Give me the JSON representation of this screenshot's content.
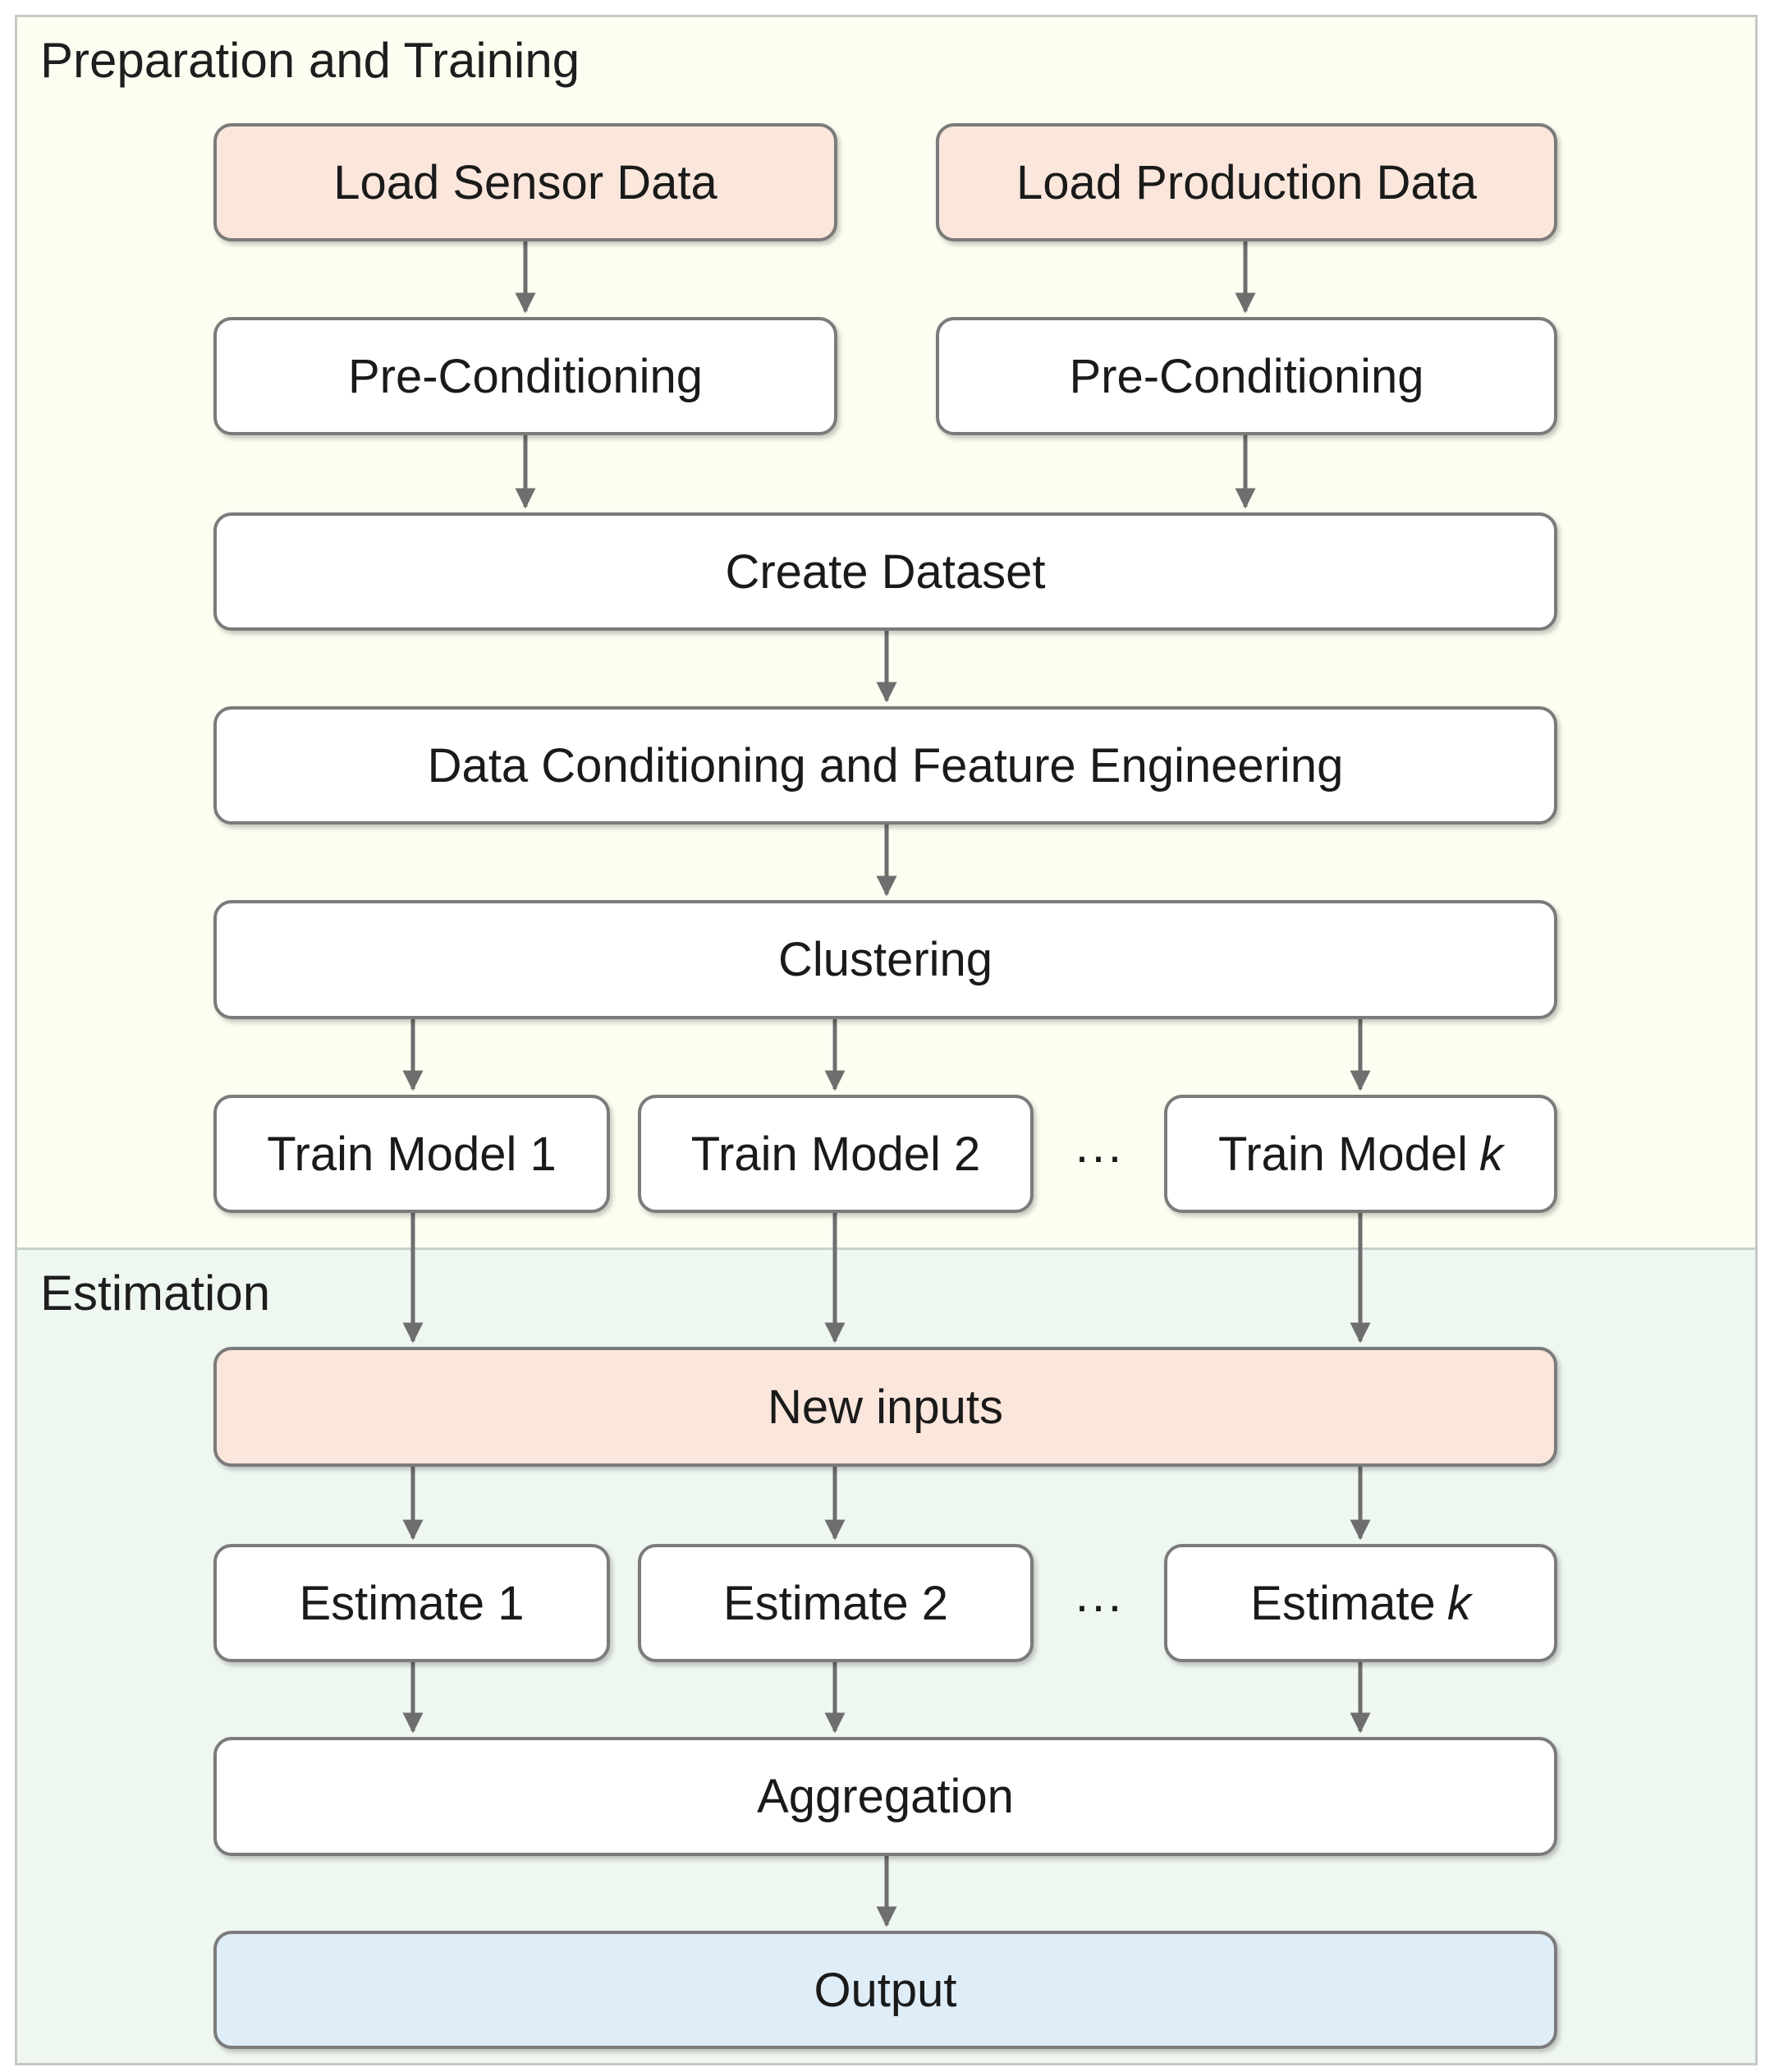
{
  "sections": {
    "prep_title": "Preparation and Training",
    "est_title": "Estimation"
  },
  "boxes": {
    "load_sensor": "Load Sensor Data",
    "load_production": "Load Production Data",
    "precond_left": "Pre-Conditioning",
    "precond_right": "Pre-Conditioning",
    "create_dataset": "Create Dataset",
    "feature_eng": "Data Conditioning and Feature Engineering",
    "clustering": "Clustering",
    "train1": "Train Model 1",
    "train2": "Train Model 2",
    "traink_prefix": "Train Model",
    "traink_var": "k",
    "new_inputs": "New inputs",
    "est1": "Estimate 1",
    "est2": "Estimate 2",
    "estk_prefix": "Estimate",
    "estk_var": "k",
    "aggregation": "Aggregation",
    "output": "Output"
  },
  "ellipsis": {
    "train": "···",
    "estimate": "···"
  },
  "colors": {
    "input_fill": "#fbe6dc",
    "output_fill": "#dfedf8",
    "prep_bg": "#fdfdf1",
    "est_bg": "#eff7f1",
    "arrow": "#6e6e6e"
  }
}
